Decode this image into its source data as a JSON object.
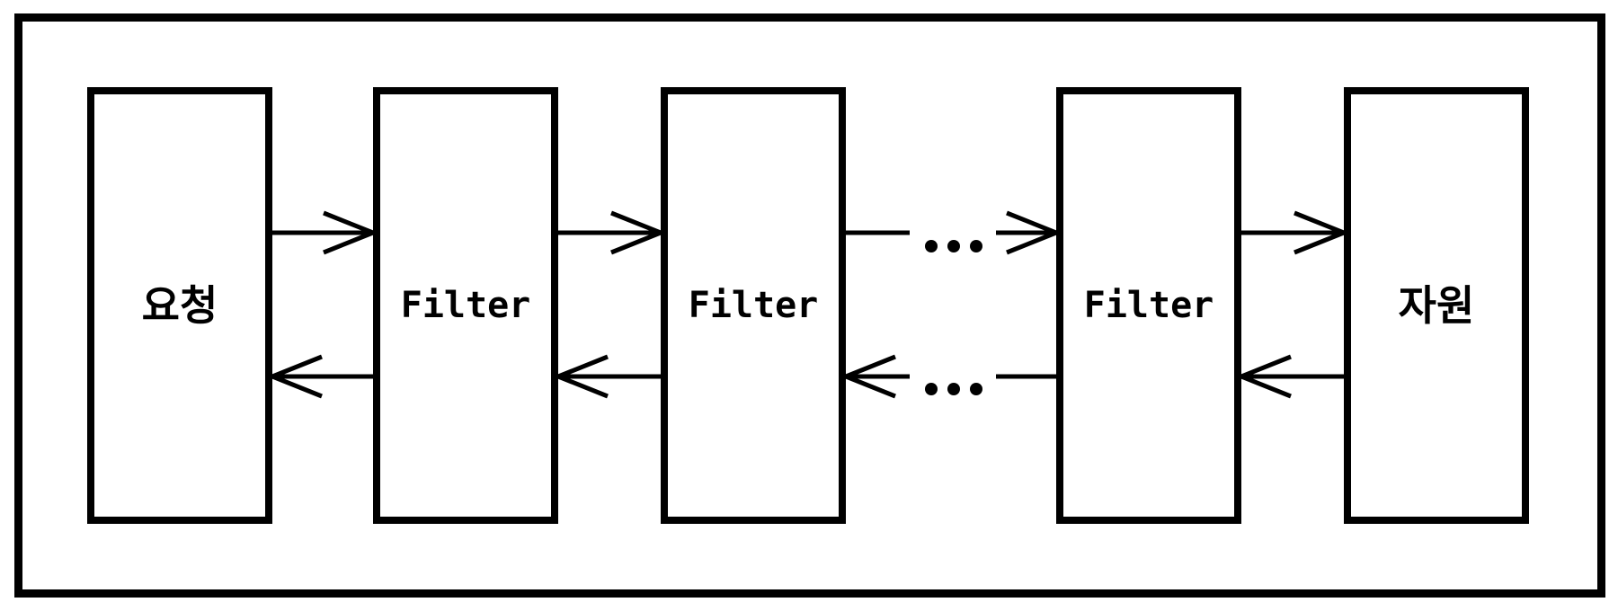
{
  "diagram": {
    "description": "Filter chain diagram: a request passes through a chain of filters to a resource and back",
    "nodes": [
      {
        "id": "request",
        "label": "요청"
      },
      {
        "id": "filter-1",
        "label": "Filter"
      },
      {
        "id": "filter-2",
        "label": "Filter"
      },
      {
        "id": "filter-n",
        "label": "Filter"
      },
      {
        "id": "resource",
        "label": "자원"
      }
    ],
    "ellipsis": "...",
    "edges": [
      {
        "from": "request",
        "to": "filter-1",
        "direction": "forward"
      },
      {
        "from": "filter-1",
        "to": "filter-2",
        "direction": "forward"
      },
      {
        "from": "filter-2",
        "to": "filter-n",
        "direction": "forward",
        "via_ellipsis": true
      },
      {
        "from": "filter-n",
        "to": "resource",
        "direction": "forward"
      },
      {
        "from": "resource",
        "to": "filter-n",
        "direction": "back"
      },
      {
        "from": "filter-n",
        "to": "filter-2",
        "direction": "back",
        "via_ellipsis": true
      },
      {
        "from": "filter-2",
        "to": "filter-1",
        "direction": "back"
      },
      {
        "from": "filter-1",
        "to": "request",
        "direction": "back"
      }
    ],
    "colors": {
      "stroke": "#000000",
      "background": "#ffffff"
    }
  }
}
